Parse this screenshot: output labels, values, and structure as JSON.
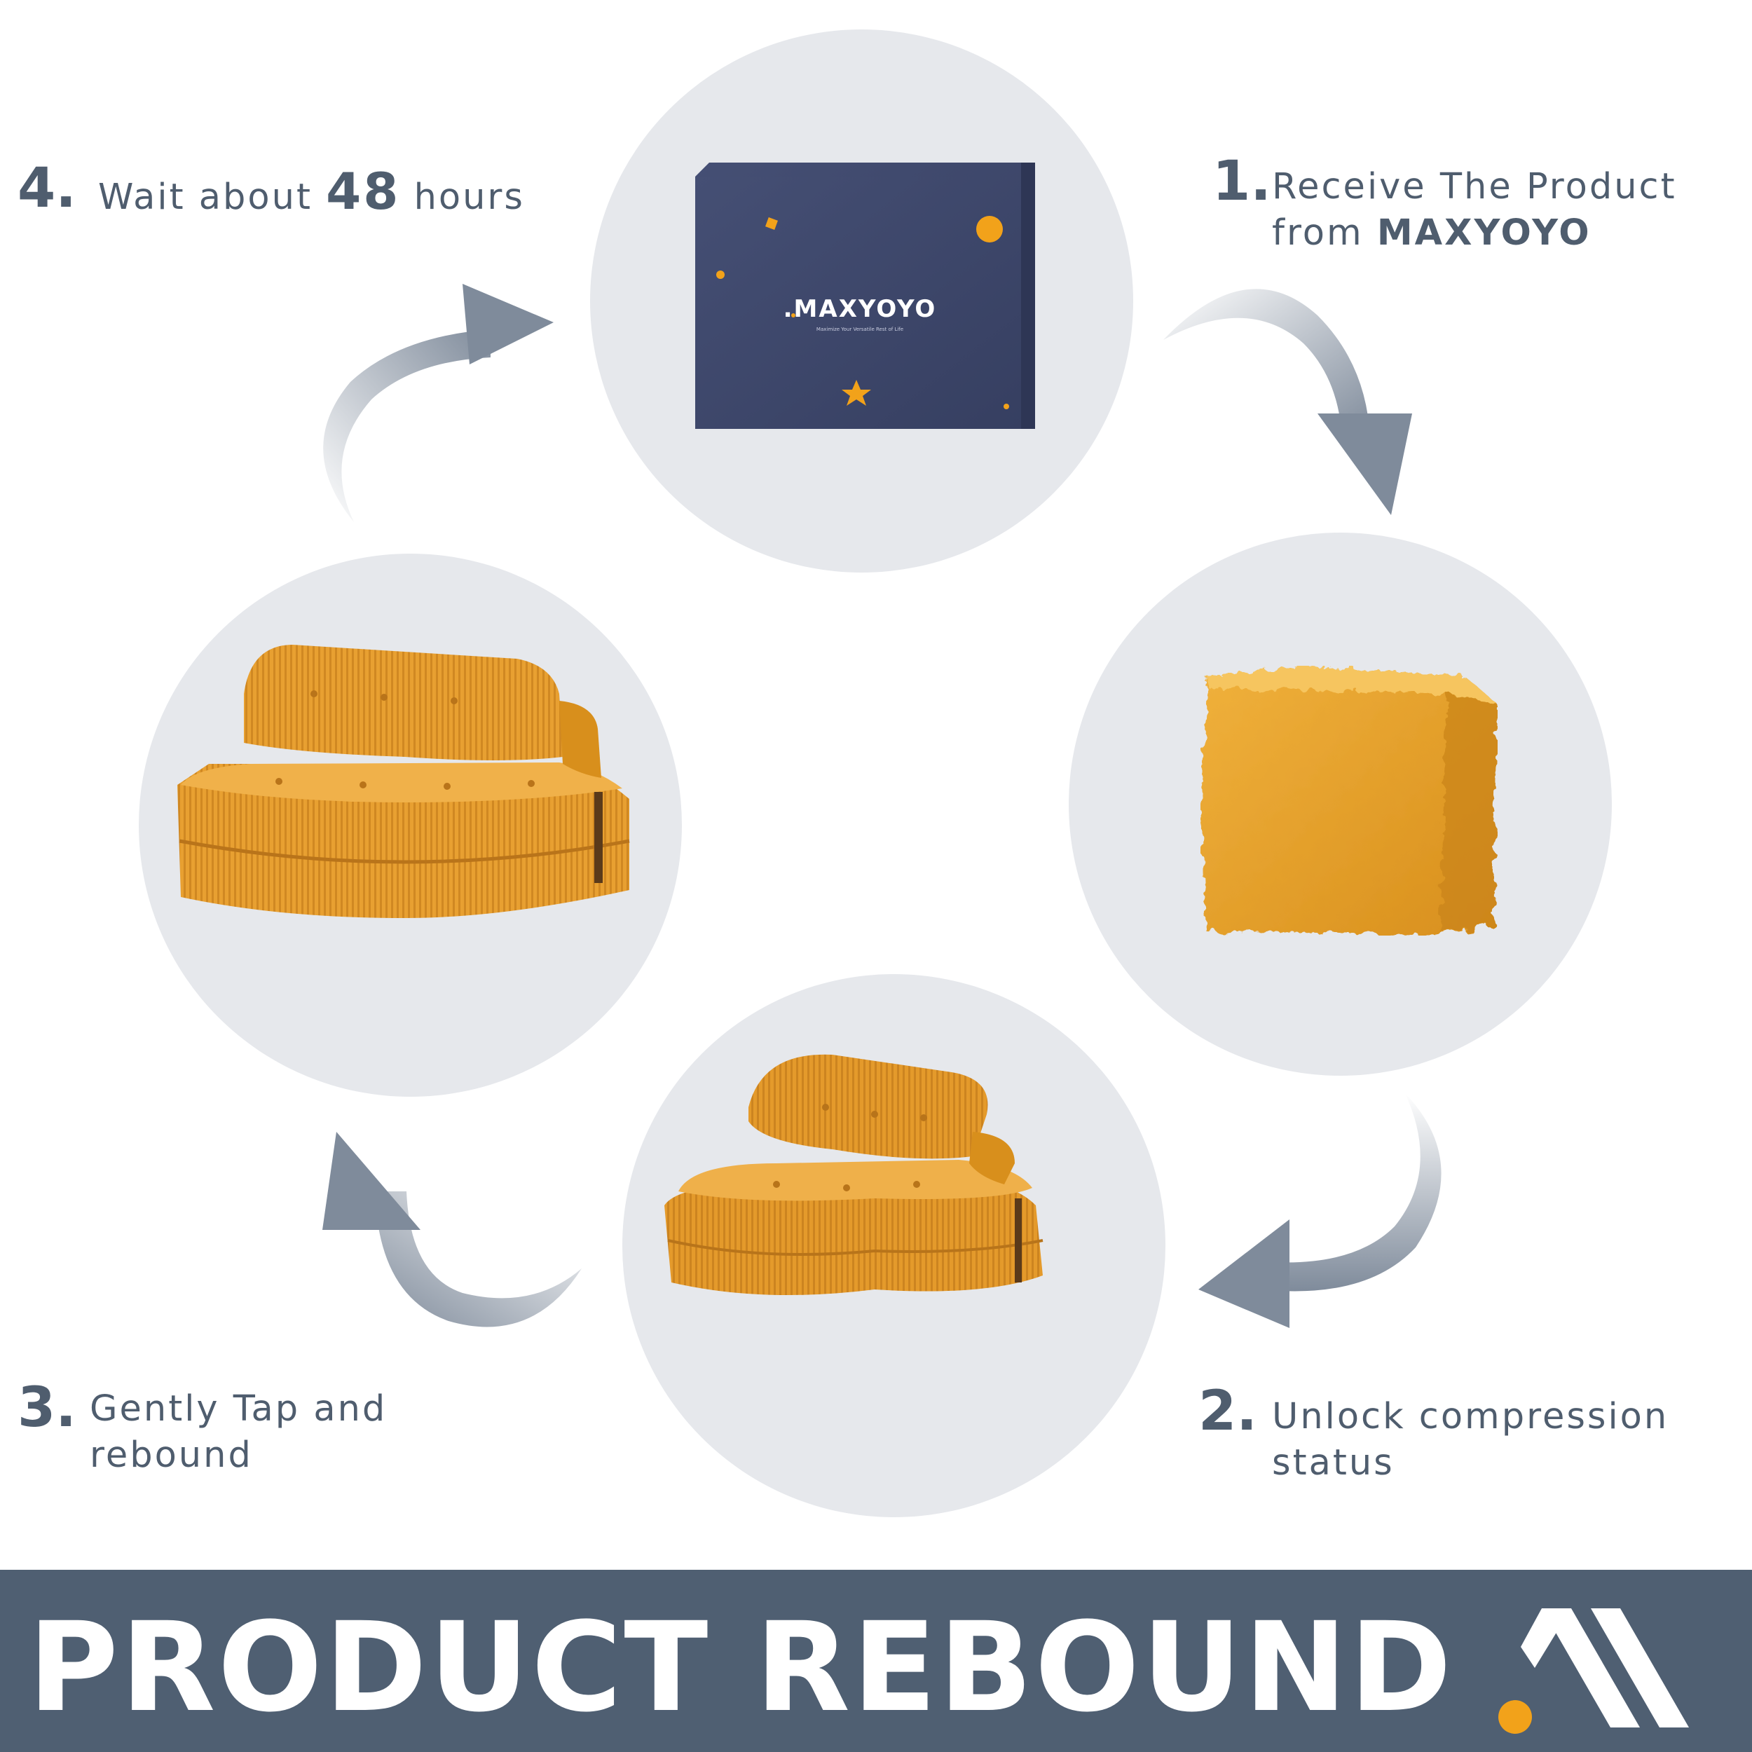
{
  "colors": {
    "text": "#4f5d6e",
    "circle_bg": "#e6e8ec",
    "banner_bg": "#4f5f72",
    "box_navy": "#3a4467",
    "accent_orange": "#f2a21a",
    "sofa_orange": "#e49a2b",
    "arrow_gray": "#8591a0"
  },
  "steps": [
    {
      "number": "1.",
      "line1": "Receive The Product",
      "line2_prefix": "from ",
      "line2_bold": "MAXYOYO"
    },
    {
      "number": "2.",
      "line1": "Unlock compression",
      "line2": "status"
    },
    {
      "number": "3.",
      "line1": "Gently Tap and",
      "line2": "rebound"
    },
    {
      "number": "4.",
      "prefix": "Wait about ",
      "bold": "48",
      "suffix": " hours"
    }
  ],
  "box": {
    "brand": ".MAXYOYO",
    "tagline": "Maximize Your Versatile Rest of Life"
  },
  "banner": {
    "title": "PRODUCT REBOUND"
  },
  "icons": {
    "arrows": "curved-arrow-icon",
    "logo": "maxyoyo-logo-icon"
  }
}
